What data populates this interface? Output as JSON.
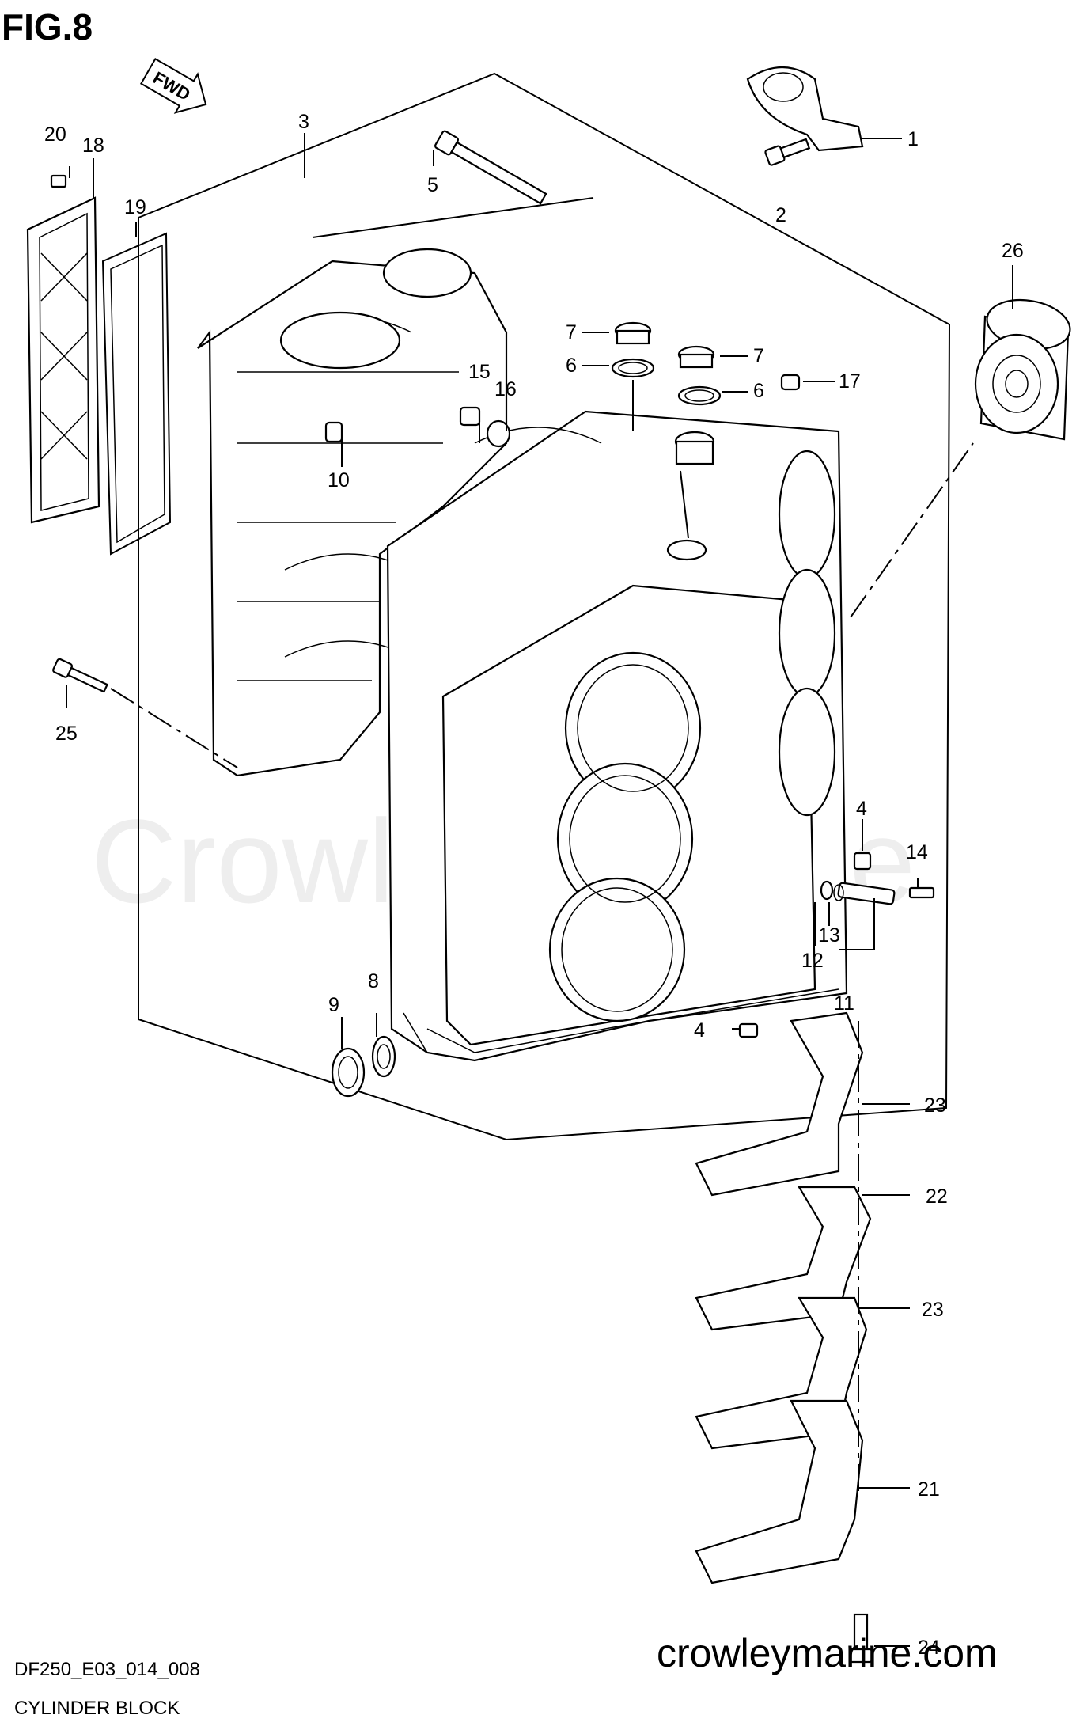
{
  "figure_title": "FIG.8",
  "fwd_label": "FWD",
  "watermark": "Crowley Marine",
  "footer": {
    "code": "DF250_E03_014_008",
    "title": "CYLINDER BLOCK",
    "website": "crowleymarine.com"
  },
  "callouts": {
    "c1": "1",
    "c2": "2",
    "c3": "3",
    "c4a": "4",
    "c4b": "4",
    "c5": "5",
    "c6a": "6",
    "c6b": "6",
    "c7a": "7",
    "c7b": "7",
    "c8": "8",
    "c9": "9",
    "c10": "10",
    "c11": "11",
    "c12": "12",
    "c13": "13",
    "c14": "14",
    "c15": "15",
    "c16": "16",
    "c17": "17",
    "c18": "18",
    "c19": "19",
    "c20": "20",
    "c21": "21",
    "c22": "22",
    "c23a": "23",
    "c23b": "23",
    "c24": "24",
    "c25": "25",
    "c26": "26"
  }
}
